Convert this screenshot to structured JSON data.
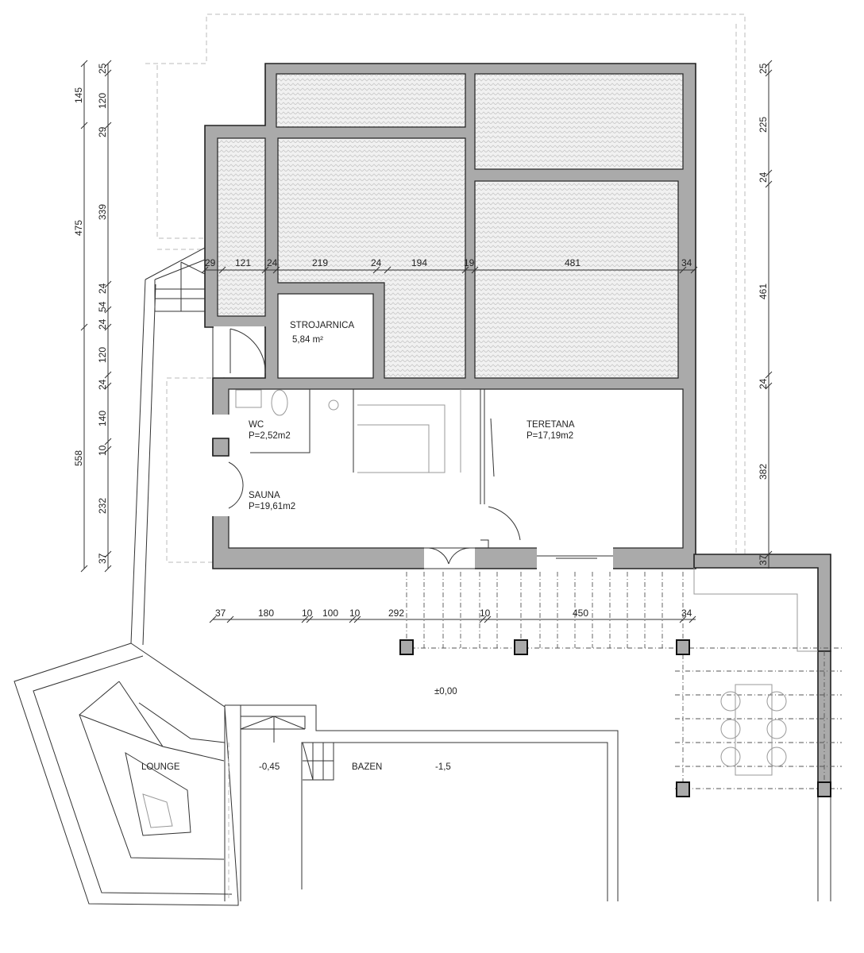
{
  "rooms": {
    "strojarnica": {
      "name": "STROJARNICA",
      "area": "5,84 m²"
    },
    "wc": {
      "name": "WC",
      "area": "P=2,52m2"
    },
    "teretana": {
      "name": "TERETANA",
      "area": "P=17,19m2"
    },
    "sauna": {
      "name": "SAUNA",
      "area": "P=19,61m2"
    },
    "lounge": {
      "name": "LOUNGE"
    },
    "bazen": {
      "name": "BAZEN",
      "level": "-1,5"
    },
    "pool_step_level": "-0,45",
    "terrace_level": "±0,00"
  },
  "dimensions": {
    "left_outer": [
      "145",
      "475",
      "558"
    ],
    "left_inner": [
      "25",
      "120",
      "29",
      "339",
      "24",
      "54",
      "24",
      "120",
      "24",
      "140",
      "10",
      "232",
      "37"
    ],
    "right": [
      "25",
      "225",
      "24",
      "461",
      "24",
      "382",
      "37"
    ],
    "horizontal_upper": [
      "29",
      "121",
      "24",
      "219",
      "24",
      "194",
      "19",
      "481",
      "34"
    ],
    "horizontal_lower": [
      "37",
      "180",
      "10",
      "100",
      "10",
      "292",
      "10",
      "450",
      "34"
    ]
  },
  "colors": {
    "wall": "#aaaaaa",
    "line": "#222222"
  }
}
